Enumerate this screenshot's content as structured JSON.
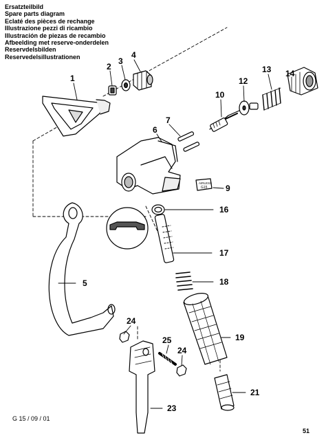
{
  "titles": [
    "Ersatzteilbild",
    "Spare parts diagram",
    "Eclaté des pièces de rechange",
    "Illustrazione pezzi di ricambio",
    "Illustración de piezas de recambio",
    "Afbeelding met reserve-onderdelen",
    "Reservdelsbilden",
    "Reservedelsillustrationen"
  ],
  "part_labels": {
    "p1": "1",
    "p2": "2",
    "p3": "3",
    "p4": "4",
    "p5": "5",
    "p6": "6",
    "p7": "7",
    "p9": "9",
    "p10": "10",
    "p12": "12",
    "p13": "13",
    "p14": "14",
    "p16": "16",
    "p17": "17",
    "p18": "18",
    "p19": "19",
    "p21": "21",
    "p23": "23",
    "p24a": "24",
    "p24b": "24",
    "p25": "25"
  },
  "tag_text": {
    "line1": "AIRLESS",
    "line2": "G15"
  },
  "footer": {
    "code": "G 15 / 09 / 01",
    "page": "51"
  }
}
